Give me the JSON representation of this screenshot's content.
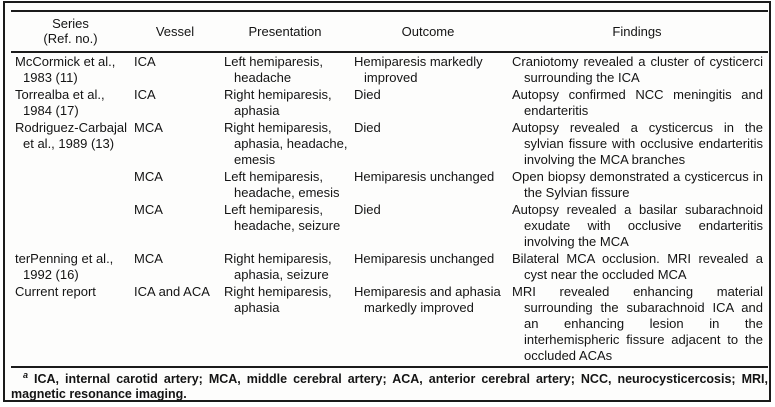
{
  "header": {
    "series_line1": "Series",
    "series_line2": "(Ref. no.)",
    "vessel": "Vessel",
    "presentation": "Presentation",
    "outcome": "Outcome",
    "findings": "Findings"
  },
  "rows": [
    {
      "series": "McCormick et al., 1983 (11)",
      "vessel": "ICA",
      "presentation": "Left hemiparesis, headache",
      "outcome": "Hemiparesis markedly improved",
      "findings": "Craniotomy revealed a cluster of cysticerci surrounding the ICA"
    },
    {
      "series": "Torrealba et al., 1984 (17)",
      "vessel": "ICA",
      "presentation": "Right hemiparesis, aphasia",
      "outcome": "Died",
      "findings": "Autopsy confirmed NCC meningitis and endarteritis"
    },
    {
      "series": "Rodriguez-Carbajal et al., 1989 (13)",
      "vessel": "MCA",
      "presentation": "Right hemiparesis, aphasia, headache, emesis",
      "outcome": "Died",
      "findings": "Autopsy revealed a cysticercus in the sylvian fissure with occlusive endarteritis involving the MCA branches"
    },
    {
      "series": "",
      "vessel": "MCA",
      "presentation": "Left hemiparesis, headache, emesis",
      "outcome": "Hemiparesis unchanged",
      "findings": "Open biopsy demonstrated a cysticercus in the Sylvian fissure"
    },
    {
      "series": "",
      "vessel": "MCA",
      "presentation": "Left hemiparesis, headache, seizure",
      "outcome": "Died",
      "findings": "Autopsy revealed a basilar subarachnoid exudate with occlusive endarteritis involving the MCA"
    },
    {
      "series": "terPenning et al., 1992 (16)",
      "vessel": "MCA",
      "presentation": "Right hemiparesis, aphasia, seizure",
      "outcome": "Hemiparesis unchanged",
      "findings": "Bilateral MCA occlusion. MRI revealed a cyst near the occluded MCA"
    },
    {
      "series": "Current report",
      "vessel": "ICA and ACA",
      "presentation": "Right hemiparesis, aphasia",
      "outcome": "Hemiparesis and aphasia markedly improved",
      "findings": "MRI revealed enhancing material surrounding the subarachnoid ICA and an enhancing lesion in the interhemispheric fissure adjacent to the occluded ACAs"
    }
  ],
  "footnote": {
    "marker": "a",
    "text": "ICA, internal carotid artery; MCA, middle cerebral artery; ACA, anterior cerebral artery; NCC, neurocysticercosis; MRI, magnetic resonance imaging."
  }
}
